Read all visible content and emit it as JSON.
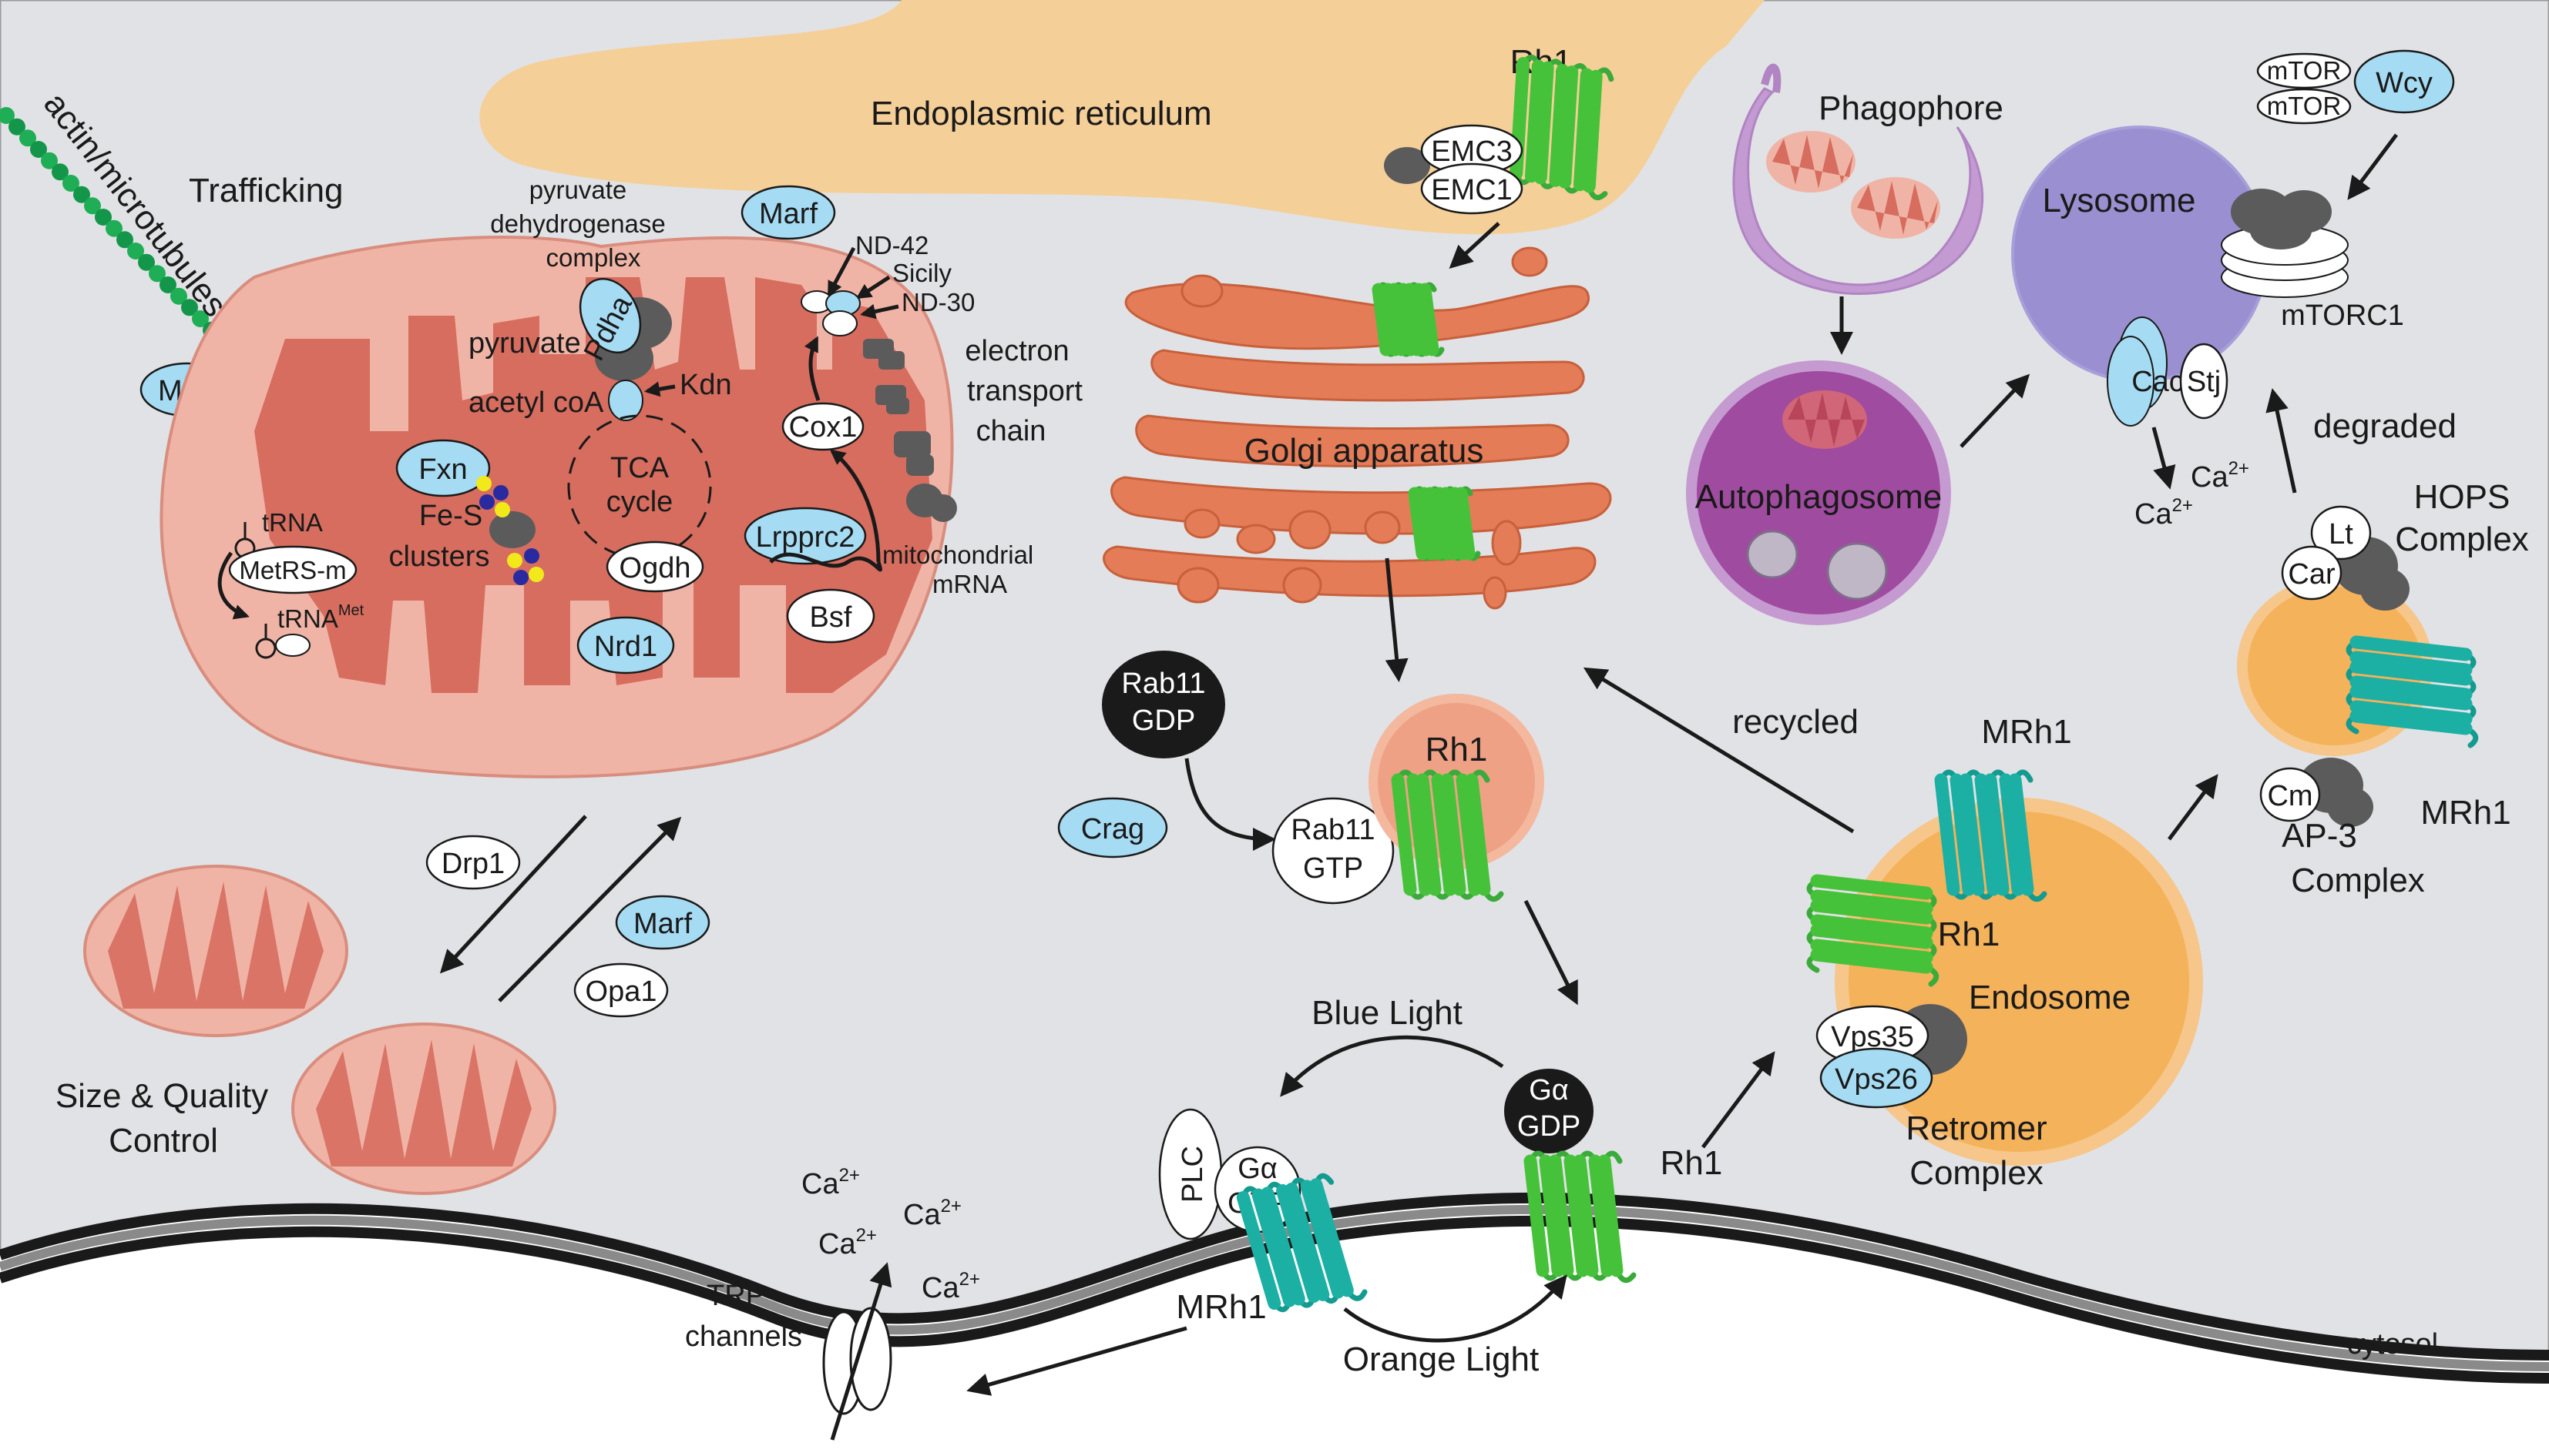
{
  "labels": {
    "endoplasmic_reticulum": "Endoplasmic reticulum",
    "trafficking": "Trafficking",
    "actin_microtubules": "actin/microtubules",
    "golgi_apparatus": "Golgi apparatus",
    "phagophore": "Phagophore",
    "autophagosome": "Autophagosome",
    "lysosome": "Lysosome",
    "mtorc1": "mTORC1",
    "degraded": "degraded",
    "recycled": "recycled",
    "hops_complex_line1": "HOPS",
    "hops_complex_line2": "Complex",
    "ap3_line1": "AP-3",
    "ap3_line2": "Complex",
    "endosome": "Endosome",
    "retromer_line1": "Retromer",
    "retromer_line2": "Complex",
    "blue_light": "Blue Light",
    "orange_light": "Orange Light",
    "trp_line1": "TRP",
    "trp_line2": "channels",
    "cytosol": "cytosol",
    "size_quality_line1": "Size & Quality",
    "size_quality_line2": "Control",
    "pdh_line1": "pyruvate",
    "pdh_line2": "dehydrogenase",
    "pdh_line3": "complex",
    "pyruvate": "pyruvate",
    "acetyl_coa": "acetyl coA",
    "tca_line1": "TCA",
    "tca_line2": "cycle",
    "fes_line1": "Fe-S",
    "fes_line2": "clusters",
    "electron_line1": "electron",
    "electron_line2": "transport",
    "electron_line3": "chain",
    "mito_mrna_line1": "mitochondrial",
    "mito_mrna_line2": "mRNA",
    "trna": "tRNA",
    "trna_met": "tRNA",
    "trna_met_sup": "Met",
    "nd42": "ND-42",
    "sicily": "Sicily",
    "nd30": "ND-30",
    "kdn": "Kdn",
    "ca": "Ca",
    "ca_sup": "2+"
  },
  "proteins": {
    "rh1": "Rh1",
    "mrh1": "MRh1",
    "emc3": "EMC3",
    "emc1": "EMC1",
    "marf": "Marf",
    "pdha": "Pdha",
    "fxn": "Fxn",
    "ogdh": "Ogdh",
    "nrd1": "Nrd1",
    "cox1": "Cox1",
    "lrpprc2": "Lrpprc2",
    "bsf": "Bsf",
    "metrs_m": "MetRS-m",
    "drp1": "Drp1",
    "opa1": "Opa1",
    "rab11_gdp_line1": "Rab11",
    "rab11_gdp_line2": "GDP",
    "rab11_gtp_line1": "Rab11",
    "rab11_gtp_line2": "GTP",
    "crag": "Crag",
    "galpha_gdp_line1": "Gα",
    "galpha_gdp_line2": "GDP",
    "galpha_gtp_line1": "Gα",
    "galpha_gtp_line2": "GTP",
    "plc": "PLC",
    "mtor": "mTOR",
    "wcy": "Wcy",
    "cac": "Cac",
    "stj": "Stj",
    "lt": "Lt",
    "car": "Car",
    "cm": "Cm",
    "vps35": "Vps35",
    "vps26": "Vps26"
  },
  "colors": {
    "background": "#e1e2e5",
    "er": "#f5cf98",
    "mito_outer": "#f0b4a6",
    "mito_inner": "#d66d5f",
    "golgi": "#e47c57",
    "lysosome": "#9a8fd0",
    "autophagosome": "#9f4b9f",
    "endosome": "#f4b25a",
    "blue_protein": "#a6dcf3",
    "rhodopsin_green": "#46c23a",
    "rhodopsin_teal": "#1cb0a5"
  }
}
